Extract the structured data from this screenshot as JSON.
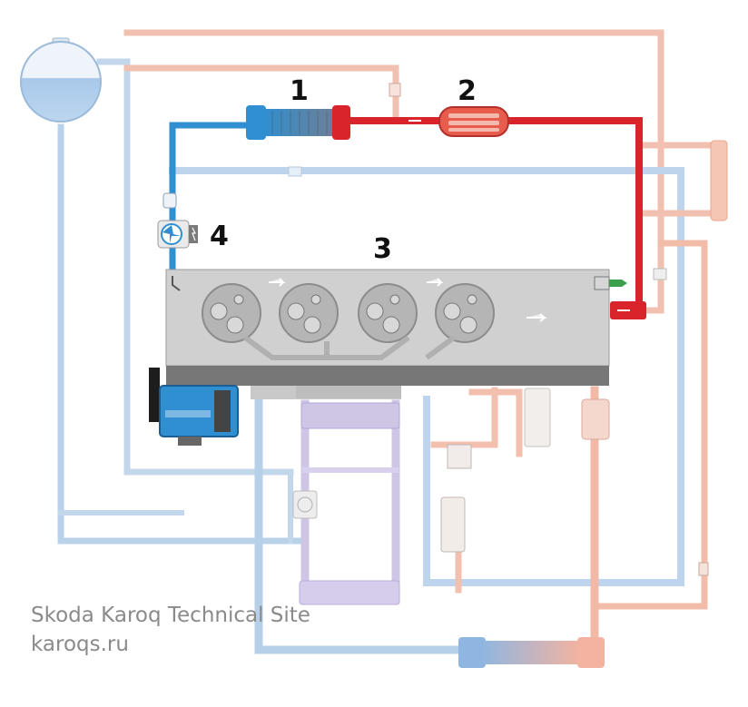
{
  "callouts": {
    "cooler": "1",
    "heater": "2",
    "engine": "3",
    "pump": "4"
  },
  "watermark": {
    "line1": "Skoda Karoq Technical Site",
    "line2": "karoqs.ru"
  },
  "colors": {
    "hot": "#d9242b",
    "cold": "#2f8fd0",
    "hot_faded": "#f2b9a7",
    "cold_faded": "#b9d2ea",
    "purple_faded": "#c9bfe2",
    "engine_block": "#d0d0d0",
    "engine_base": "#777777"
  }
}
